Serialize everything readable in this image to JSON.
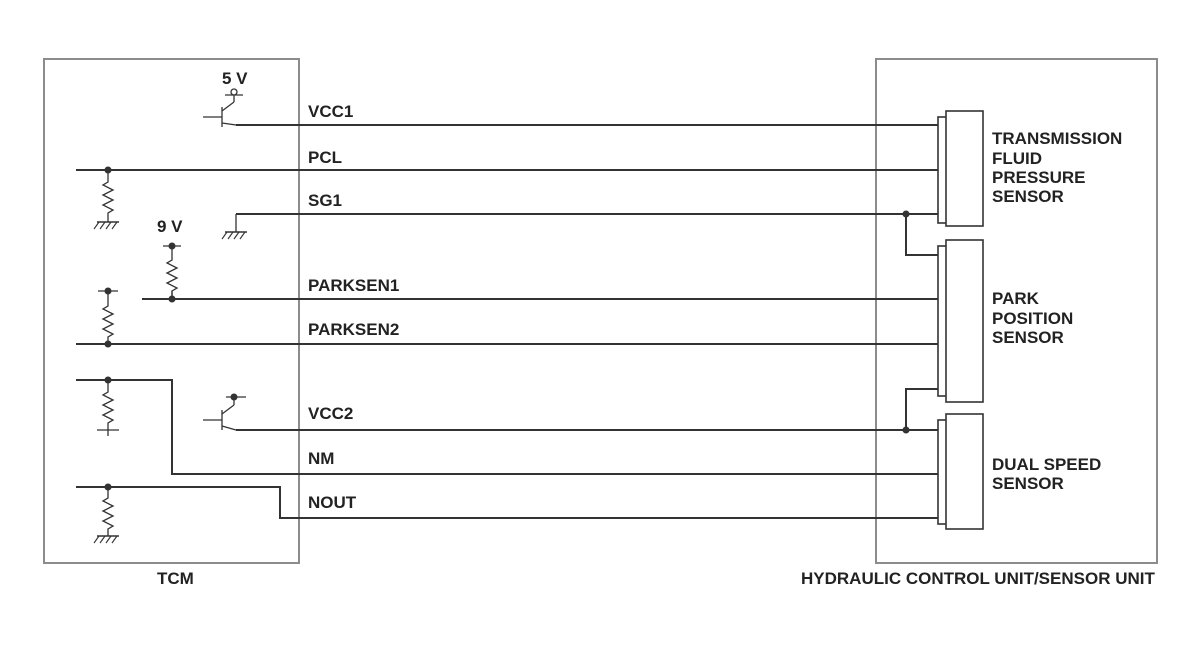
{
  "tcm": {
    "label": "TCM"
  },
  "hcu": {
    "label": "HYDRAULIC CONTROL UNIT/SENSOR UNIT"
  },
  "supplies": {
    "v5": "5 V",
    "v9": "9 V"
  },
  "signals": {
    "vcc1": "VCC1",
    "pcl": "PCL",
    "sg1": "SG1",
    "parksen1": "PARKSEN1",
    "parksen2": "PARKSEN2",
    "vcc2": "VCC2",
    "nm": "NM",
    "nout": "NOUT"
  },
  "sensors": {
    "tfp": [
      "TRANSMISSION",
      "FLUID",
      "PRESSURE",
      "SENSOR"
    ],
    "pps": [
      "PARK",
      "POSITION",
      "SENSOR"
    ],
    "dss": [
      "DUAL SPEED",
      "SENSOR"
    ]
  }
}
